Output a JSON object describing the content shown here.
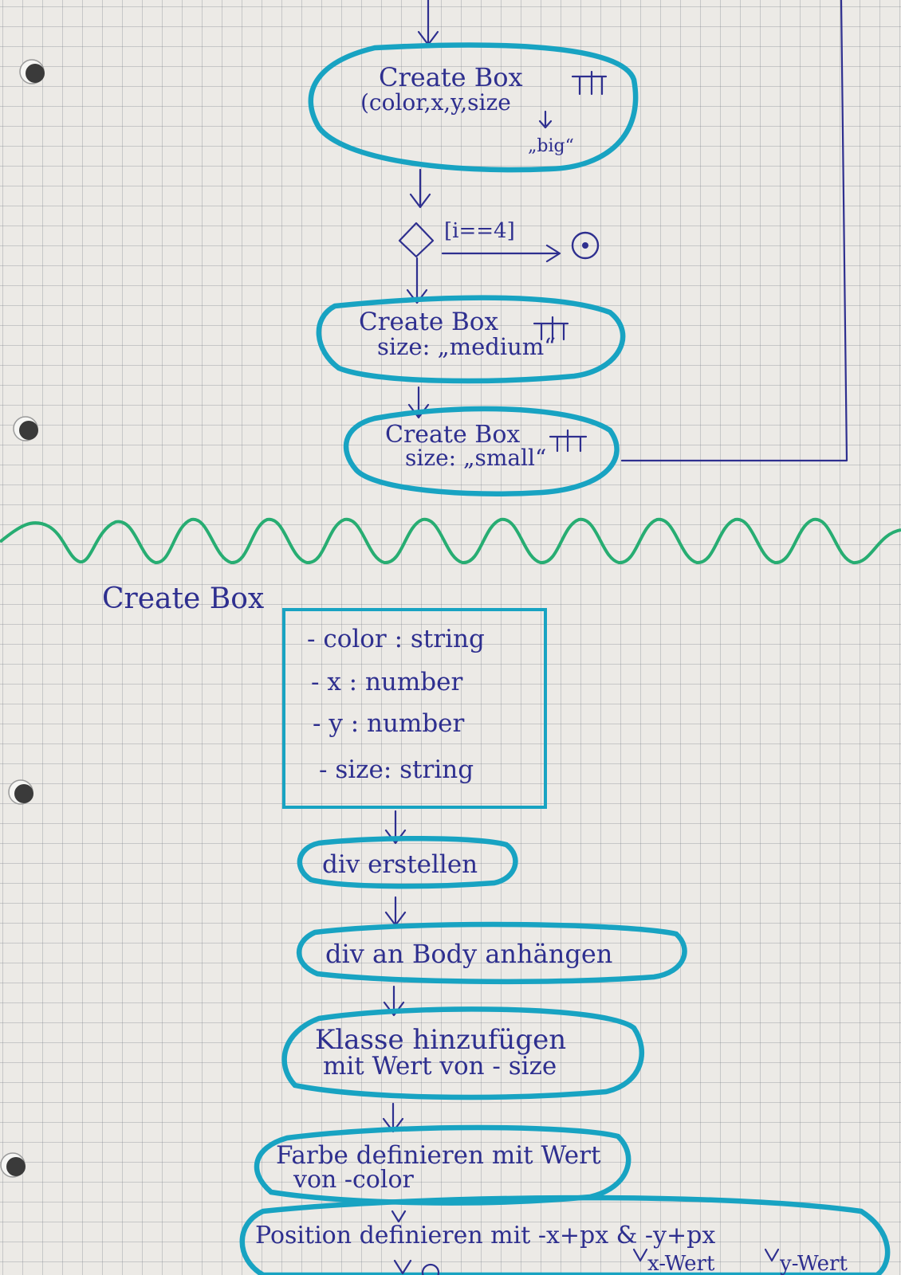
{
  "top_flow": {
    "node_create_big": {
      "line1": "Create Box",
      "line2": "(color,x,y,size",
      "arg": "„big“"
    },
    "decision_guard": "[i==4]",
    "node_create_medium": {
      "line1": "Create Box",
      "line2": "size: „medium“"
    },
    "node_create_small": {
      "line1": "Create Box",
      "line2": "size: „small“"
    }
  },
  "class_box": {
    "title": "Create Box",
    "attributes": [
      "- color : string",
      "- x : number",
      "- y : number",
      "- size: string"
    ]
  },
  "bottom_flow": {
    "steps": [
      "div erstellen",
      "div an Body anhängen",
      "Klasse hinzufügen",
      "mit Wert von - size",
      "Farbe definieren mit Wert",
      "von -color",
      "Position definieren mit -x+px & -y+px"
    ],
    "x_note": "x-Wert",
    "y_note": "y-Wert"
  },
  "colors": {
    "ink_blue": "#2e2f8f",
    "marker_cyan": "#18a3c2",
    "marker_green": "#27ad72",
    "paper": "#eceae6"
  },
  "icons": {
    "fork": "fork-bar-icon",
    "decision": "diamond-icon",
    "final": "final-node-icon"
  }
}
